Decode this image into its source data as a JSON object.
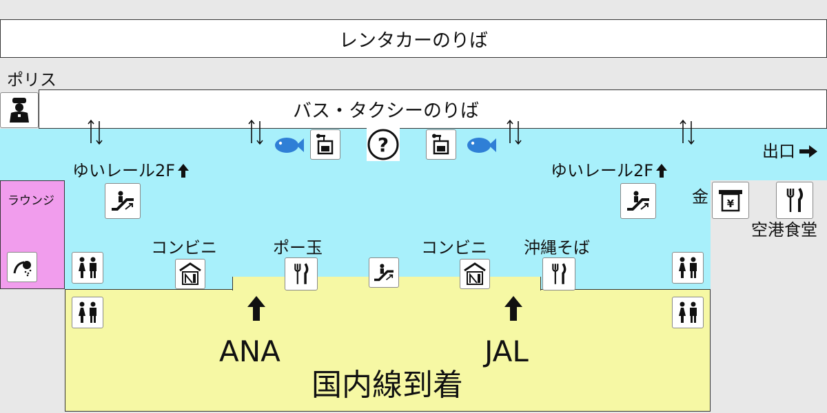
{
  "rental_car": "レンタカーのりば",
  "police": "ポリス",
  "bus_taxi": "バス・タクシーのりば",
  "exit": "出口",
  "yui_rail_left": "ゆいレール2F",
  "yui_rail_right": "ゆいレール2F",
  "lounge": "ラウンジ",
  "money": "金",
  "airport_diner": "空港食堂",
  "conveni_left": "コンビニ",
  "conveni_right": "コンビニ",
  "po_tama": "ポー玉",
  "okinawa_soba": "沖縄そば",
  "ana": "ANA",
  "jal": "JAL",
  "arrivals": "国内線到着",
  "colors": {
    "hall": "#a8f0fb",
    "arrivals": "#f6f8a4",
    "lounge": "#f19ded",
    "fish": "#2f7fd6"
  }
}
